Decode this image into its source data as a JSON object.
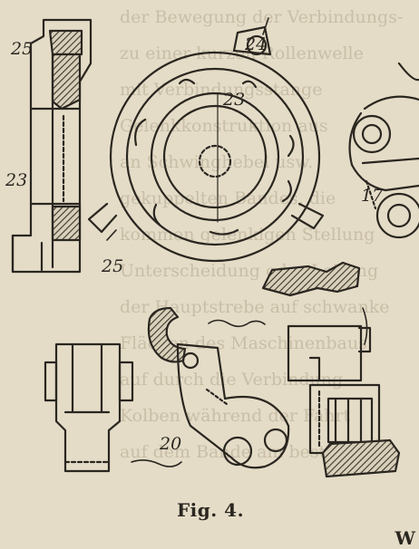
{
  "figure": {
    "caption": "Fig. 4.",
    "labels": {
      "l25_top": "25",
      "l23_left": "23",
      "l24": "24",
      "l23_ring": "23",
      "l25_bottom": "25",
      "l17": "17",
      "l20": "20"
    },
    "bottom_fragment": "W",
    "bleed_through_lines": [
      "der Bewegung der Verbindungs-",
      "zu einer kurzen Rollenwelle",
      "mit Verbindungsstange",
      "Gelenkkonstruktion aus",
      "an Schwinghebel usw.",
      "gekuppelten Bandes, die",
      "kommen gelenkigen Stellung",
      "Unterscheidung oder Leitung",
      "der Hauptstrebe auf schwanke",
      "Flächen des Maschinenbaus",
      "auf durch die Verbindung",
      "Kolben während der Fahrt",
      "auf dem Bande am besten"
    ]
  },
  "colors": {
    "paper": "#e4dcc7",
    "ink": "#2a2620",
    "hatch": "#3a342b"
  }
}
